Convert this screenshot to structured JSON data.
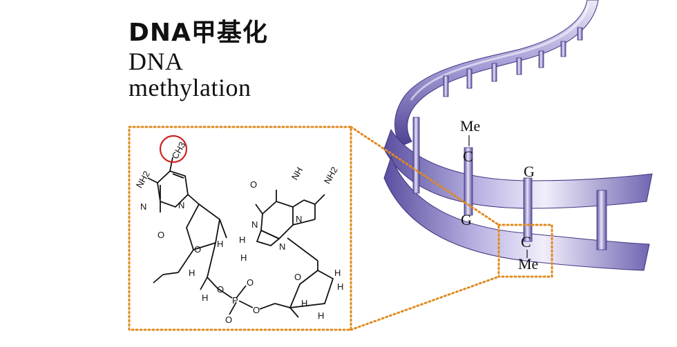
{
  "title": {
    "cn": "DNA甲基化",
    "en_line1": "DNA",
    "en_line2": "methylation"
  },
  "molecule": {
    "ch3": "CH3",
    "nh2_left": "NH2",
    "nh2_right": "NH2",
    "nh": "NH",
    "n": "N",
    "o": "O",
    "h": "H",
    "p": "P"
  },
  "helix": {
    "me_top": "Me",
    "c_top": "C",
    "g_top": "G",
    "g_bottom": "G",
    "c_bottom": "C",
    "me_bottom": "Me"
  },
  "colors": {
    "helix_dark": "#4a3f8f",
    "helix_mid": "#8a80c4",
    "helix_light": "#e6e2f6",
    "callout": "#e08a1e",
    "circle": "#cc2222"
  }
}
